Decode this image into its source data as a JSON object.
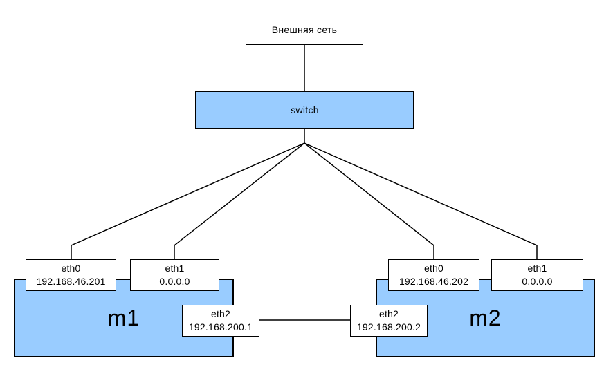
{
  "diagram": {
    "external_network": {
      "label": "Внешняя сеть"
    },
    "switch": {
      "label": "switch"
    },
    "machines": [
      {
        "name": "m1",
        "interfaces": [
          {
            "name": "eth0",
            "ip": "192.168.46.201"
          },
          {
            "name": "eth1",
            "ip": "0.0.0.0"
          },
          {
            "name": "eth2",
            "ip": "192.168.200.1"
          }
        ]
      },
      {
        "name": "m2",
        "interfaces": [
          {
            "name": "eth0",
            "ip": "192.168.46.202"
          },
          {
            "name": "eth1",
            "ip": "0.0.0.0"
          },
          {
            "name": "eth2",
            "ip": "192.168.200.2"
          }
        ]
      }
    ],
    "connections": [
      {
        "from": "Внешняя сеть",
        "to": "switch"
      },
      {
        "from": "switch",
        "to": "m1.eth0"
      },
      {
        "from": "switch",
        "to": "m1.eth1"
      },
      {
        "from": "switch",
        "to": "m2.eth0"
      },
      {
        "from": "switch",
        "to": "m2.eth1"
      },
      {
        "from": "m1.eth2",
        "to": "m2.eth2"
      }
    ],
    "colors": {
      "node_fill": "#99CCFF",
      "node_border": "#000000",
      "line": "#000000",
      "background": "#FFFFFF"
    }
  }
}
